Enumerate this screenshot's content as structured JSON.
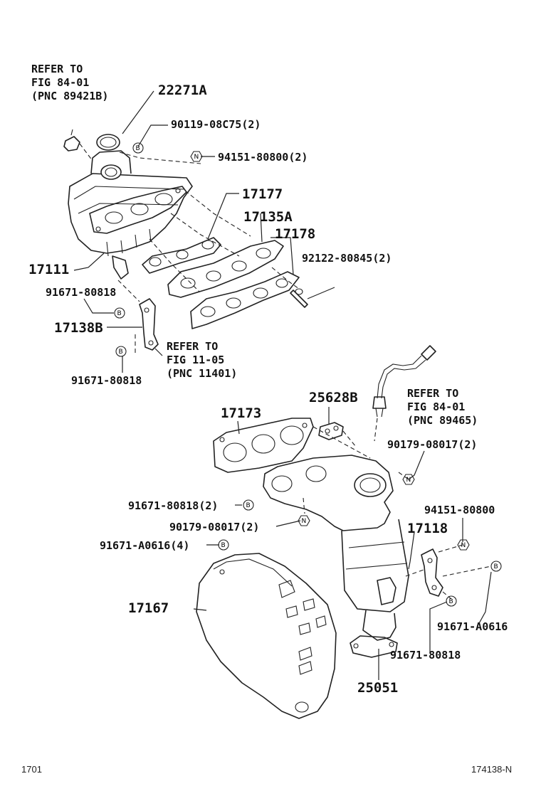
{
  "refs": {
    "top_left": [
      "REFER TO",
      "FIG 84-01",
      "(PNC 89421B)"
    ],
    "middle_left": [
      "REFER TO",
      "FIG 11-05",
      "(PNC 11401)"
    ],
    "right": [
      "REFER TO",
      "FIG 84-01",
      "(PNC 89465)"
    ]
  },
  "labels": {
    "p22271a": "22271A",
    "p90119": "90119-08C75(2)",
    "p94151_2": "94151-80800(2)",
    "p17177": "17177",
    "p17135a": "17135A",
    "p17178": "17178",
    "p92122": "92122-80845(2)",
    "p17111": "17111",
    "p91671_a": "91671-80818",
    "p17138b": "17138B",
    "p91671_b": "91671-80818",
    "p25628b": "25628B",
    "p17173": "17173",
    "p90179_2a": "90179-08017(2)",
    "p91671_2": "91671-80818(2)",
    "p90179_2b": "90179-08017(2)",
    "p94151": "94151-80800",
    "p17118": "17118",
    "p91671_a0616_4": "91671-A0616(4)",
    "p17167": "17167",
    "p91671_a0616": "91671-A0616",
    "p91671_c": "91671-80818",
    "p25051": "25051"
  },
  "symbols": {
    "bolt": "B",
    "nut": "N"
  },
  "footer": {
    "left": "1701",
    "right": "174138-N"
  }
}
